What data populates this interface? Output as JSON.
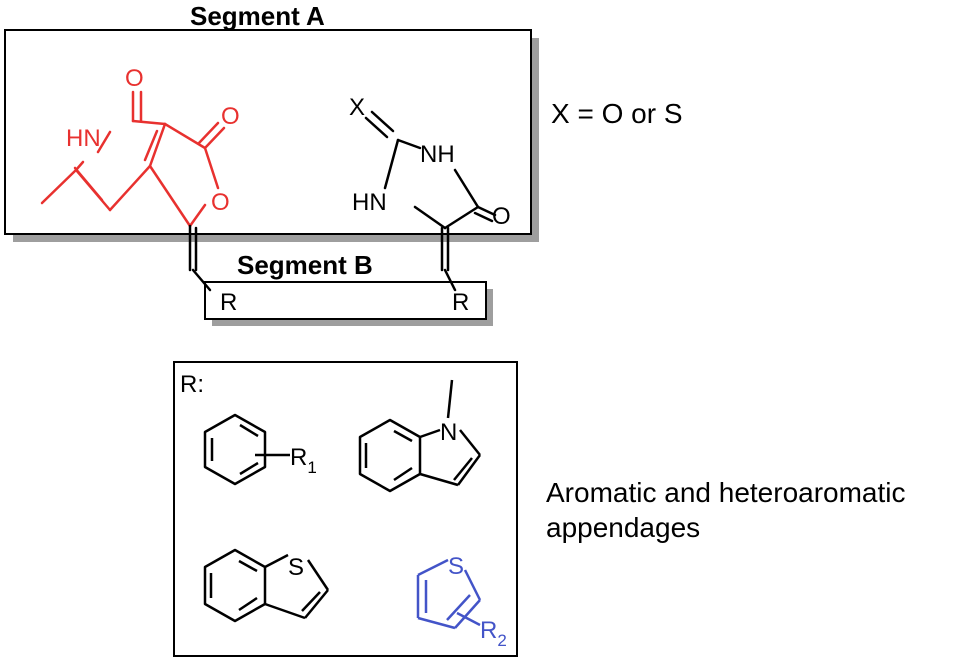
{
  "colors": {
    "ink": "#000000",
    "red": "#e8312f",
    "blue": "#4354c8",
    "shadow": "#9e9e9e"
  },
  "segment_a": {
    "title": "Segment A",
    "labels": {
      "o_top1": "O",
      "o_top2": "O",
      "o_ring": "O",
      "hn": "HN",
      "x": "X",
      "nh": "NH",
      "hn2": "HN",
      "o_right": "O"
    }
  },
  "segment_b": {
    "title": "Segment B",
    "r_left": "R",
    "r_right": "R"
  },
  "x_note": "X = O or S",
  "r_box": {
    "title": "R:",
    "r1_letter": "R",
    "r1_sub": "1",
    "indole_n": "N",
    "benzothiophene_s": "S",
    "thiophene_s": "S",
    "r2_letter": "R",
    "r2_sub": "2"
  },
  "caption": {
    "line1": "Aromatic and heteroaromatic",
    "line2": "appendages"
  }
}
